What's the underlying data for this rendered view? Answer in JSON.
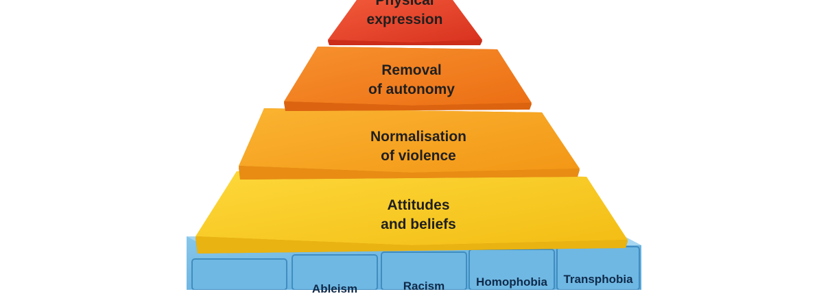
{
  "pyramid": {
    "tiers": [
      {
        "line1": "Physical",
        "line2": "expression",
        "color": "#e8402a"
      },
      {
        "line1": "Removal",
        "line2": "of autonomy",
        "color": "#f47f1f"
      },
      {
        "line1": "Normalisation",
        "line2": "of violence",
        "color": "#f7a21e"
      },
      {
        "line1": "Attitudes",
        "line2": "and beliefs",
        "color": "#f9cb22"
      }
    ],
    "base": {
      "color": "#69b4e0",
      "blocks": [
        {
          "label": ""
        },
        {
          "label": "Ableism"
        },
        {
          "label": "Racism"
        },
        {
          "label": "Homophobia"
        },
        {
          "label": "Transphobia"
        }
      ]
    }
  }
}
